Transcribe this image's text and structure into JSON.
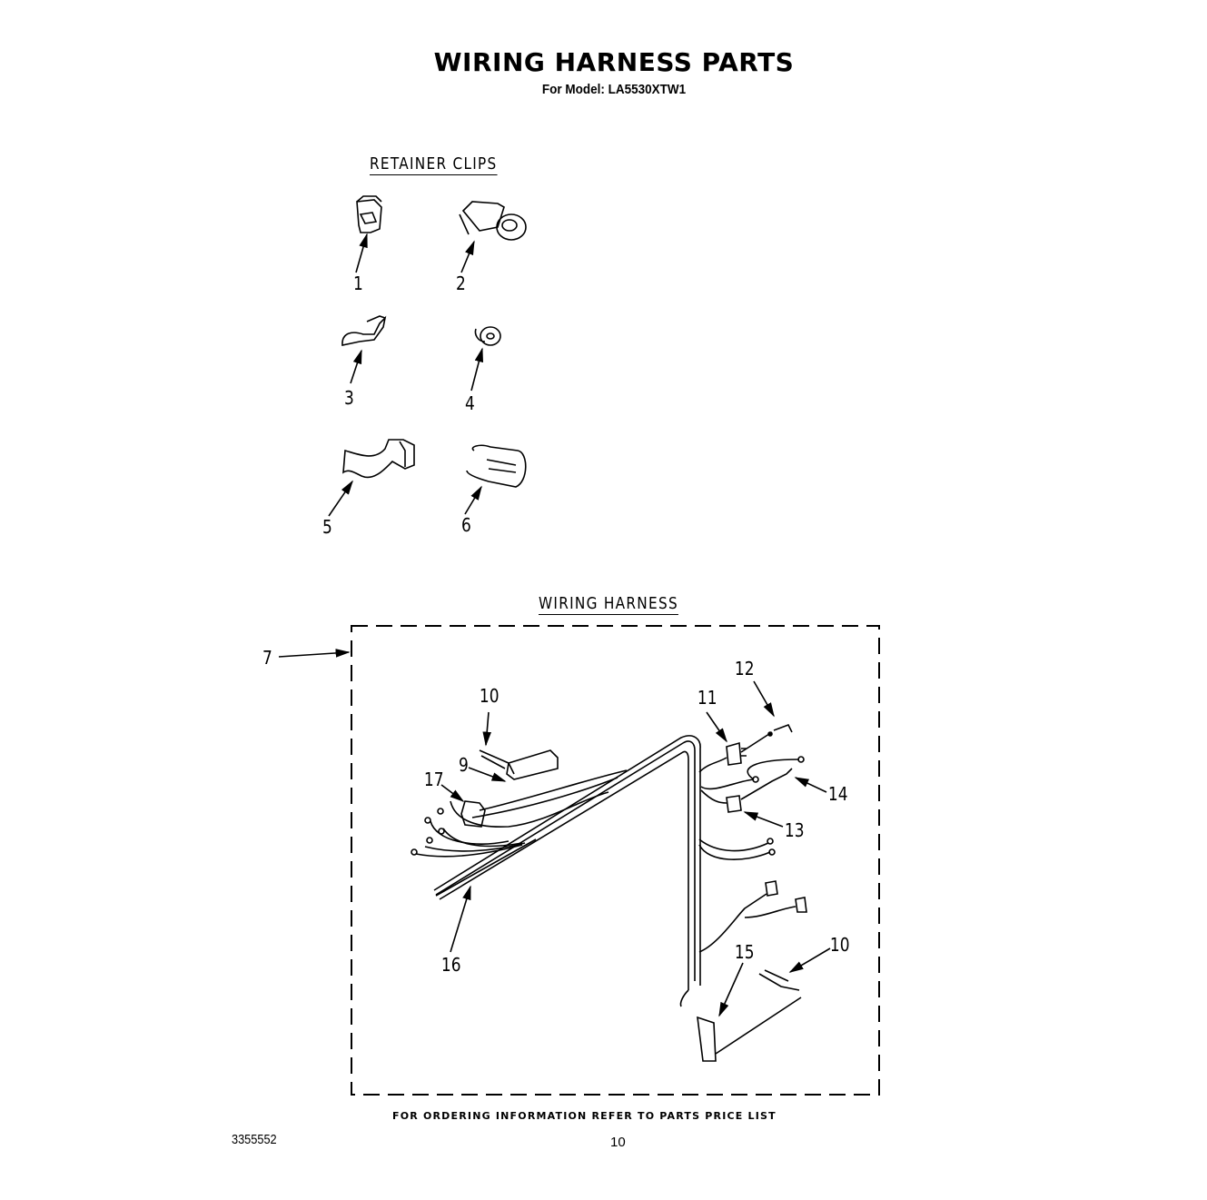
{
  "header": {
    "title": "WIRING HARNESS PARTS",
    "subtitle": "For Model: LA5530XTW1"
  },
  "sections": {
    "retainer_clips": {
      "heading": "RETAINER CLIPS",
      "parts": [
        {
          "callout": "1",
          "icon": "retainer-clip-1-icon"
        },
        {
          "callout": "2",
          "icon": "retainer-clip-2-icon"
        },
        {
          "callout": "3",
          "icon": "retainer-clip-3-icon"
        },
        {
          "callout": "4",
          "icon": "retainer-clip-4-icon"
        },
        {
          "callout": "5",
          "icon": "retainer-clip-5-icon"
        },
        {
          "callout": "6",
          "icon": "retainer-clip-6-icon"
        }
      ]
    },
    "wiring_harness": {
      "heading": "WIRING HARNESS",
      "assembly_callout": "7",
      "callouts": [
        {
          "label": "9",
          "part": "connector-block"
        },
        {
          "label": "10",
          "part": "terminal"
        },
        {
          "label": "17",
          "part": "plug-connector"
        },
        {
          "label": "16",
          "part": "harness-sleeve"
        },
        {
          "label": "11",
          "part": "connector"
        },
        {
          "label": "12",
          "part": "terminal-pair"
        },
        {
          "label": "14",
          "part": "terminal-pair"
        },
        {
          "label": "13",
          "part": "connector"
        },
        {
          "label": "15",
          "part": "multi-pin-connector"
        },
        {
          "label": "10",
          "part": "terminal"
        }
      ]
    }
  },
  "footer": {
    "note": "FOR ORDERING INFORMATION REFER TO PARTS PRICE LIST",
    "doc_number": "3355552",
    "page_number": "10"
  }
}
